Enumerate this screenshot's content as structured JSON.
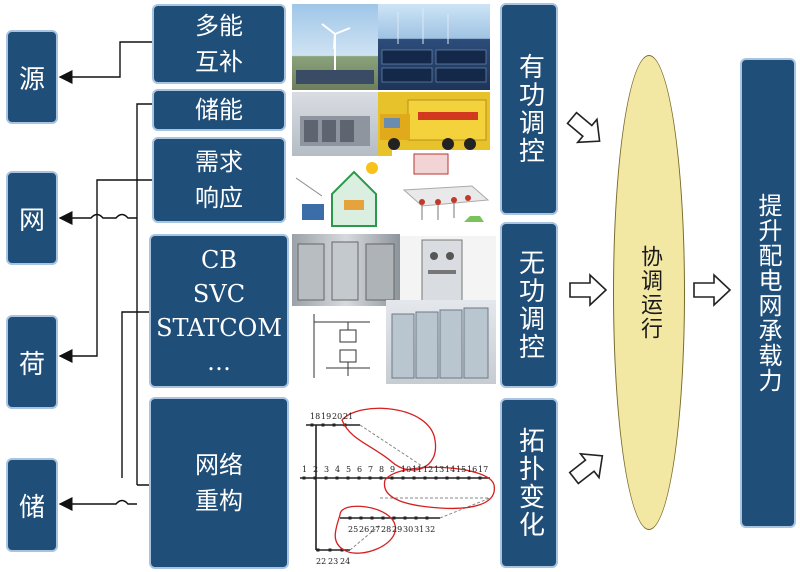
{
  "left_boxes": [
    "源",
    "网",
    "荷",
    "储"
  ],
  "resources": {
    "multi_energy": [
      "多能",
      "互补"
    ],
    "storage": "储能",
    "demand_response": [
      "需求",
      "响应"
    ],
    "devices": [
      "CB",
      "SVC",
      "STATCOM",
      "…"
    ],
    "reconfiguration": [
      "网络",
      "重构"
    ]
  },
  "regulation": {
    "active_power": "有功调控",
    "reactive_power": "无功调控",
    "topology": "拓扑变化"
  },
  "coordination": "协调运行",
  "goal": "提升配电网承载力",
  "network_node_labels": {
    "top": [
      "18",
      "19",
      "20",
      "21"
    ],
    "main": [
      "1",
      "2",
      "3",
      "4",
      "5",
      "6",
      "7",
      "8",
      "9",
      "10",
      "11",
      "12",
      "13",
      "14",
      "15",
      "16",
      "17"
    ],
    "lower": [
      "25",
      "26",
      "27",
      "28",
      "29",
      "30",
      "31",
      "32"
    ],
    "bottom": [
      "22",
      "23",
      "24"
    ]
  },
  "colors": {
    "box_fill": "#1f4e79",
    "box_border": "#a9c4e0",
    "ellipse_fill": "#f2e7a3",
    "loop_red": "#d62020"
  }
}
